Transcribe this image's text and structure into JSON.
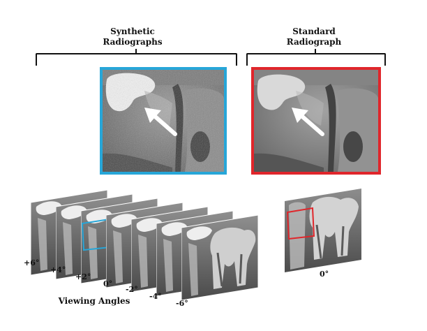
{
  "headings": {
    "synthetic_line1": "Synthetic",
    "synthetic_line2": "Radiographs",
    "standard_line1": "Standard",
    "standard_line2": "Radiograph"
  },
  "angles": {
    "synthetic": [
      "+6°",
      "+4°",
      "+2°",
      "0°",
      "-2°",
      "-4°",
      "-6°"
    ],
    "standard": "0°"
  },
  "axis_label": "Viewing Angles",
  "colors": {
    "synthetic_highlight": "#27a6d8",
    "standard_highlight": "#e0262b",
    "arrow": "#ffffff"
  },
  "icons": {
    "arrow": "white-arrow-icon"
  }
}
